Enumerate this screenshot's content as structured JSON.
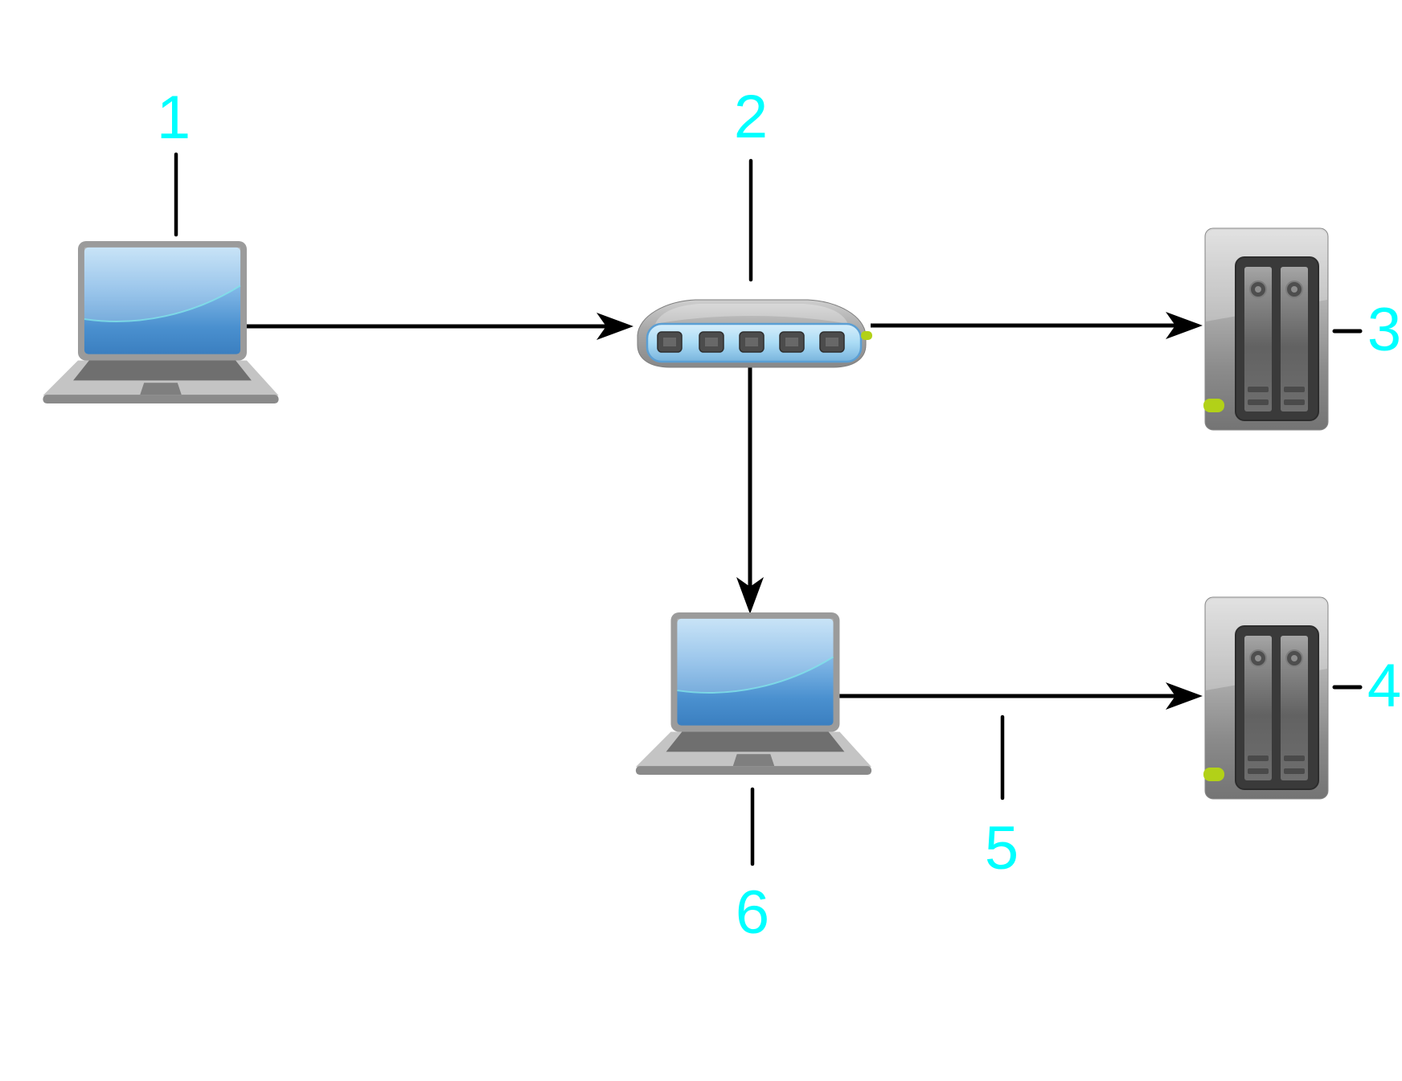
{
  "diagram": {
    "background_color": "#ffffff",
    "label_color": "#00ffff",
    "connector_color": "#000000",
    "led_color": "#b2d118",
    "labels": {
      "n1": "1",
      "n2": "2",
      "n3": "3",
      "n4": "4",
      "n5": "5",
      "n6": "6"
    },
    "nodes": [
      {
        "label": "1",
        "type": "laptop",
        "icon": "laptop-icon",
        "position": "top-left"
      },
      {
        "label": "2",
        "type": "network-switch",
        "icon": "network-switch-icon",
        "position": "top-center"
      },
      {
        "label": "3",
        "type": "nas-storage",
        "icon": "nas-server-icon",
        "position": "top-right"
      },
      {
        "label": "4",
        "type": "nas-storage",
        "icon": "nas-server-icon",
        "position": "middle-right"
      },
      {
        "label": "5",
        "type": "network-link",
        "icon": "arrow-connector",
        "position": "bottom-middle"
      },
      {
        "label": "6",
        "type": "laptop",
        "icon": "laptop-icon",
        "position": "bottom-center"
      }
    ],
    "edges": [
      {
        "from": "1",
        "to": "2",
        "direction": "right"
      },
      {
        "from": "2",
        "to": "3",
        "direction": "right"
      },
      {
        "from": "2",
        "to": "6",
        "direction": "down"
      },
      {
        "from": "6",
        "to": "4",
        "direction": "right",
        "label": "5"
      }
    ]
  }
}
